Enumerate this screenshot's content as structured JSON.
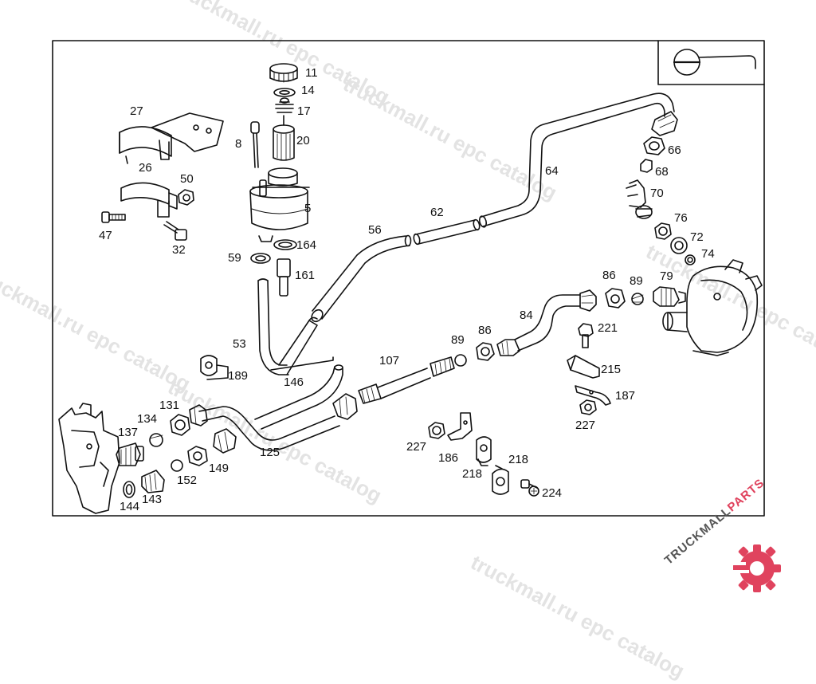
{
  "watermark": {
    "text_1": "truckmall.ru epc catalog",
    "text_2": "truckmall.ru epc catalog",
    "text_3": "truckmall.ru epc catalog",
    "text_4": "truckmall.ru epc catalog",
    "text_5": "truckmall.ru epc catalog",
    "text_6": "truckmall.ru epc catalog"
  },
  "logo": {
    "brand_1": "TRUCKMALL",
    "brand_2": "PARTS",
    "accent_color": "#e0435e"
  },
  "diagram": {
    "line_color": "#111111",
    "callouts": {
      "p11": "11",
      "p14": "14",
      "p17": "17",
      "p20": "20",
      "p8": "8",
      "p5": "5",
      "p27": "27",
      "p26": "26",
      "p50": "50",
      "p47": "47",
      "p32": "32",
      "p59": "59",
      "p164": "164",
      "p161": "161",
      "p53": "53",
      "p146": "146",
      "p189": "189",
      "p56": "56",
      "p62": "62",
      "p64": "64",
      "p66": "66",
      "p68": "68",
      "p70": "70",
      "p76": "76",
      "p72": "72",
      "p74": "74",
      "p86a": "86",
      "p89a": "89",
      "p79": "79",
      "p84": "84",
      "p221": "221",
      "p215": "215",
      "p187": "187",
      "p227a": "227",
      "p89b": "89",
      "p86b": "86",
      "p107": "107",
      "p131": "131",
      "p134": "134",
      "p137": "137",
      "p125": "125",
      "p149": "149",
      "p152": "152",
      "p143": "143",
      "p144": "144",
      "p227b": "227",
      "p186": "186",
      "p218a": "218",
      "p218b": "218",
      "p224": "224"
    }
  }
}
